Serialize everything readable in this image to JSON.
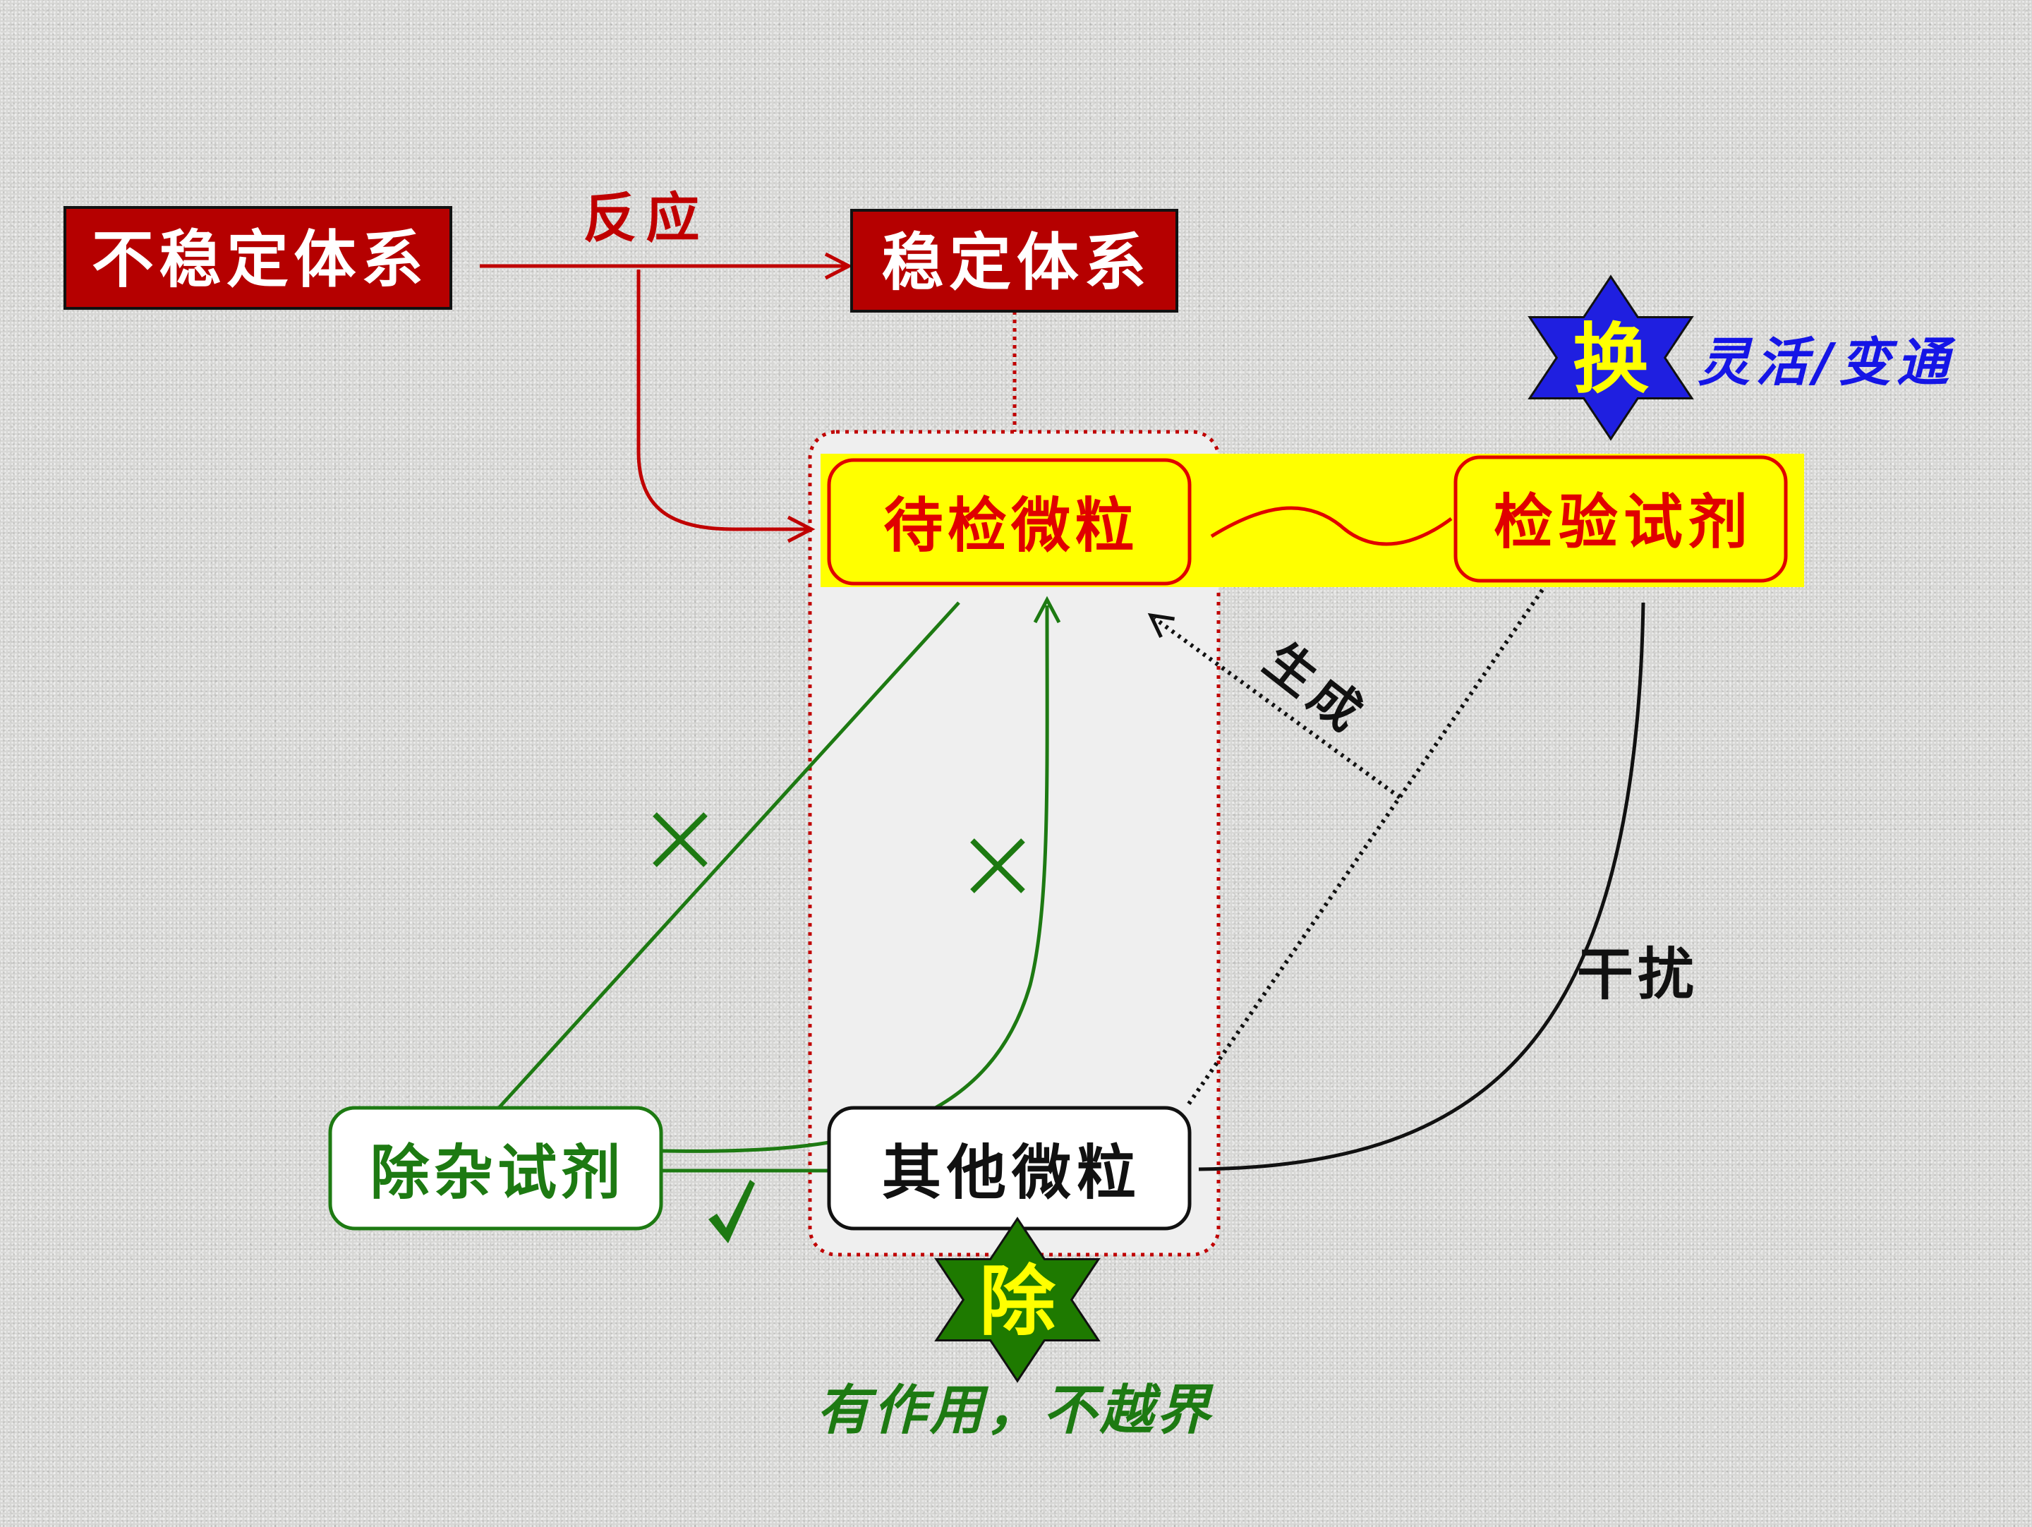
{
  "diagram": {
    "nodes": {
      "unstable_system": {
        "label": "不稳定体系"
      },
      "stable_system": {
        "label": "稳定体系"
      },
      "target_particle": {
        "label": "待检微粒"
      },
      "test_reagent": {
        "label": "检验试剂"
      },
      "impurity_removal_reagent": {
        "label": "除杂试剂"
      },
      "other_particle": {
        "label": "其他微粒"
      }
    },
    "edge_labels": {
      "reaction": "反应",
      "generate": "生成",
      "interfere": "干扰"
    },
    "badges": {
      "swap": {
        "symbol": "换",
        "caption": "灵活/变通",
        "icon": "blue-hexagram-icon"
      },
      "remove": {
        "symbol": "除",
        "caption": "有作用，不越界",
        "icon": "green-hexagram-icon"
      }
    },
    "icons": [
      "cross-mark-icon",
      "cross-mark-icon",
      "check-mark-icon"
    ]
  },
  "colors": {
    "dark_red_box": "#b50000",
    "red_line": "#c00000",
    "target_red": "#e00000",
    "highlight_yellow": "#ffff00",
    "green": "#1d7a12",
    "blue_star": "#1f1fe0",
    "zone_fill": "#efefef"
  }
}
